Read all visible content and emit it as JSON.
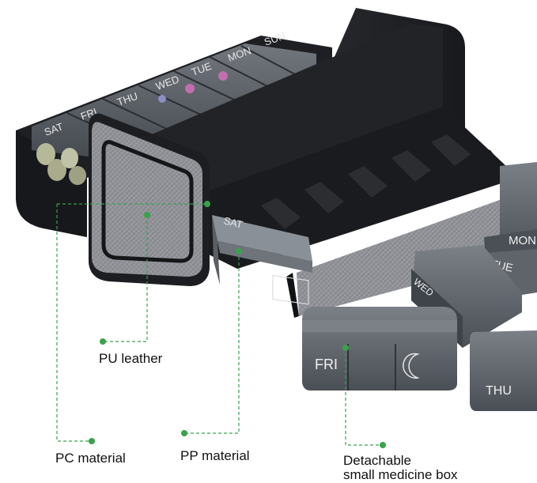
{
  "callouts": {
    "pu_leather": "PU leather",
    "pc_material": "PC material",
    "pp_material": "PP material",
    "detachable_line1": "Detachable",
    "detachable_line2": "small medicine box"
  },
  "back_row_days": [
    "SUN",
    "MON",
    "TUE",
    "WED",
    "THU",
    "FRI",
    "SAT"
  ],
  "front_box_days": {
    "sat": "SAT",
    "fri": "FRI",
    "thu": "THU",
    "wed": "WED",
    "tue": "TUE",
    "mon": "MON"
  },
  "colors": {
    "leader_line": "#3aa24a",
    "case_black": "#1c1d20",
    "leather_grey": "#8d8f95",
    "box_smoke": "#5f646b"
  },
  "icons": [
    "moon-icon"
  ]
}
